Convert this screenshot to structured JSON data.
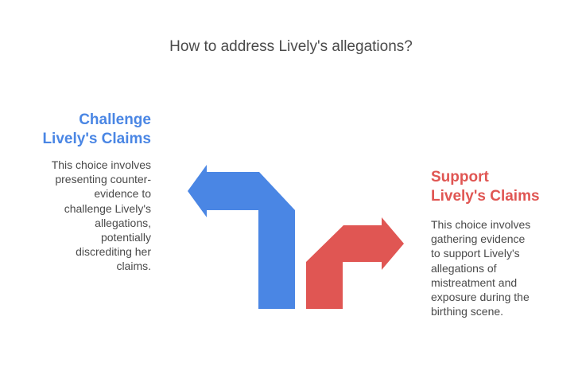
{
  "title": "How to address Lively's allegations?",
  "options": [
    {
      "heading_lines": [
        "Challenge",
        "Lively's Claims"
      ],
      "description_lines": [
        "This choice involves",
        "presenting counter-",
        "evidence to",
        "challenge Lively's",
        "allegations,",
        "potentially",
        "discrediting her",
        "claims."
      ],
      "color": "#4a86e4",
      "arrow_direction": "left"
    },
    {
      "heading_lines": [
        "Support",
        "Lively's Claims"
      ],
      "description_lines": [
        "This choice involves",
        "gathering evidence",
        "to support Lively's",
        "allegations of",
        "mistreatment and",
        "exposure during the",
        "birthing scene."
      ],
      "color": "#e05653",
      "arrow_direction": "right"
    }
  ]
}
